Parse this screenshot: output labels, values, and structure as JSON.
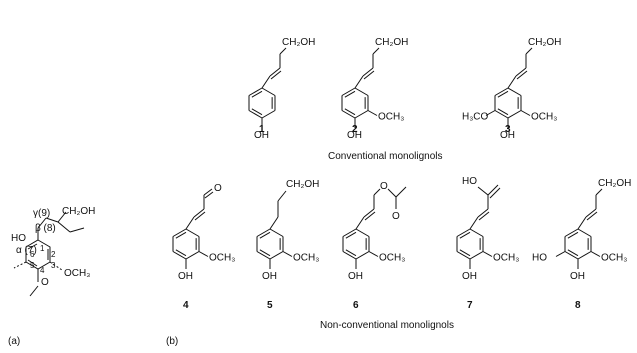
{
  "figure": {
    "panel_a_label": "(a)",
    "panel_b_label": "(b)",
    "conventional_caption": "Conventional monolignols",
    "nonconventional_caption": "Non-conventional monolignols"
  },
  "panel_a": {
    "gamma": "γ(9)",
    "beta": "β (8)",
    "alpha": "α (7)",
    "ho": "HO",
    "ch2oh": "CH₂OH",
    "och3": "OCH₃",
    "ring_1": "1",
    "ring_2": "2",
    "ring_3": "3",
    "ring_4": "4",
    "ring_5": "5",
    "ring_6": "6"
  },
  "compounds": [
    {
      "id": "1",
      "labels": {
        "top": "CH₂OH",
        "bottom": "OH"
      }
    },
    {
      "id": "2",
      "labels": {
        "top": "CH₂OH",
        "bottom": "OH",
        "right": "OCH₃"
      }
    },
    {
      "id": "3",
      "labels": {
        "top": "CH₂OH",
        "bottom": "OH",
        "right": "OCH₃",
        "left": "H₃CO"
      }
    },
    {
      "id": "4",
      "labels": {
        "top": "O",
        "bottom": "OH",
        "right": "OCH₃"
      }
    },
    {
      "id": "5",
      "labels": {
        "top": "CH₂OH",
        "bottom": "OH",
        "right": "OCH₃"
      }
    },
    {
      "id": "6",
      "labels": {
        "top": "O",
        "top2": "O",
        "bottom": "OH",
        "right": "OCH₃"
      }
    },
    {
      "id": "7",
      "labels": {
        "top": "HO",
        "bottom": "OH",
        "right": "OCH₃"
      }
    },
    {
      "id": "8",
      "labels": {
        "top": "CH₂OH",
        "bottom": "OH",
        "right": "OCH₃",
        "left": "HO"
      }
    }
  ]
}
